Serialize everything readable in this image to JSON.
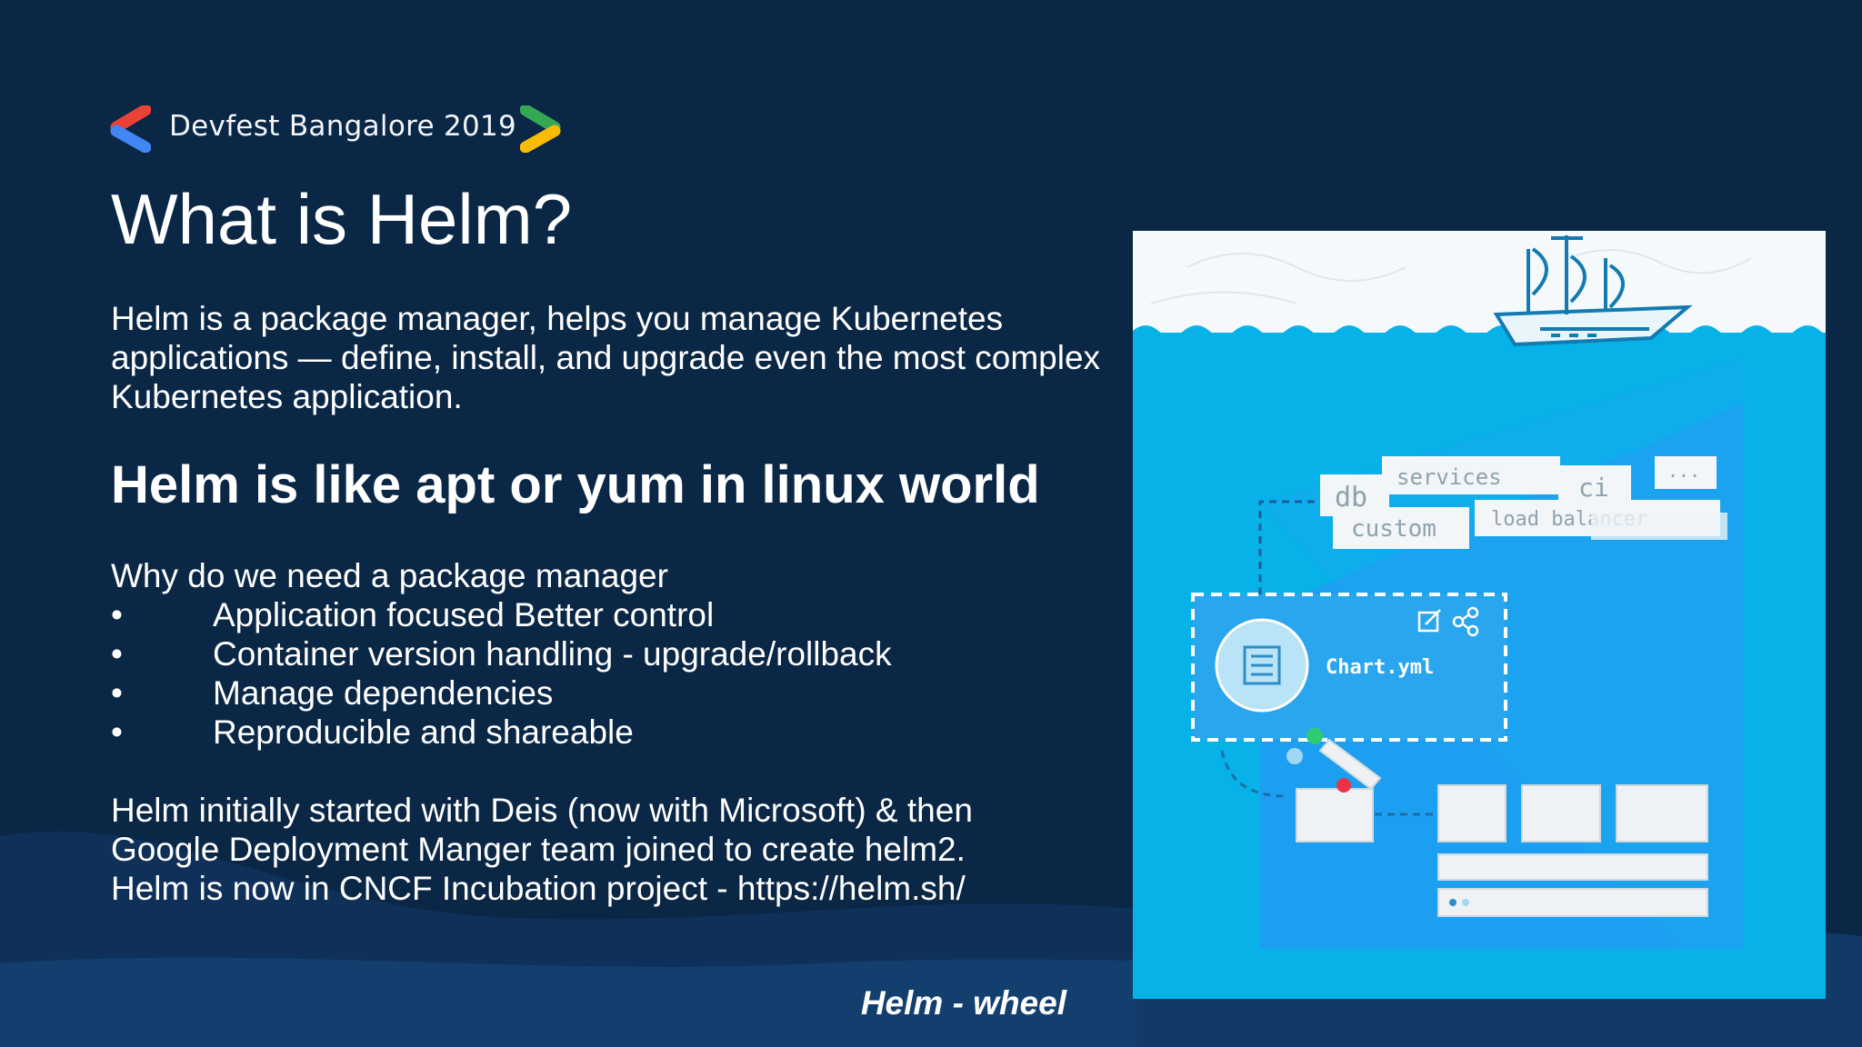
{
  "slide": {
    "brand": "Devfest Bangalore 2019",
    "title": "What is Helm?",
    "intro": "Helm is a package manager, helps you manage Kubernetes applications — define, install, and upgrade even the most complex Kubernetes application.",
    "subtitle": "Helm is like apt or yum in linux world",
    "why_heading": "Why do we need a package manager",
    "bullet_symbol": "•",
    "bullets": [
      "Application focused Better control",
      "Container version handling - upgrade/rollback",
      "Manage dependencies",
      "Reproducible and shareable"
    ],
    "history": [
      "Helm initially started with Deis (now with Microsoft) & then",
      "Google Deployment Manger team joined to create helm2.",
      "Helm is now in CNCF Incubation project - https://helm.sh/"
    ],
    "caption": "Helm - wheel"
  },
  "illustration": {
    "tags": [
      "services",
      "db",
      "ci",
      "...",
      "custom",
      "load balancer"
    ],
    "chart_file": "Chart.yml"
  },
  "colors": {
    "background": "#0b2746",
    "wave": "#123e6b",
    "illustration_sky": "#f6f9fb",
    "illustration_sea": "#06b2e8",
    "illustration_panel": "#1d9ff1"
  },
  "icons": [
    "chevron-left-logo",
    "chevron-right-logo",
    "ship-icon",
    "document-icon",
    "edit-icon",
    "share-icon",
    "package-box-icon"
  ]
}
